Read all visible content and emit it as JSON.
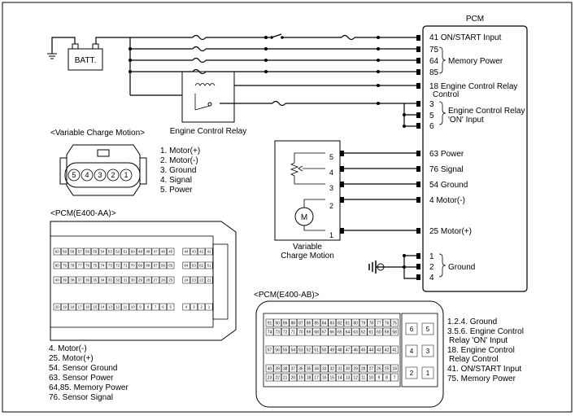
{
  "pcm": {
    "title": "PCM",
    "pins": [
      {
        "num": "41",
        "label": "ON/START Input"
      },
      {
        "num": "75",
        "label": ""
      },
      {
        "num": "64",
        "label": "Memory Power"
      },
      {
        "num": "85",
        "label": ""
      },
      {
        "num": "18",
        "label": "Engine Control Relay"
      },
      {
        "num": "",
        "label": "Control"
      },
      {
        "num": "3",
        "label": ""
      },
      {
        "num": "5",
        "label": "Engine Control Relay"
      },
      {
        "num": "",
        "label": "'ON' Input"
      },
      {
        "num": "6",
        "label": ""
      },
      {
        "num": "63",
        "label": "Power"
      },
      {
        "num": "76",
        "label": "Signal"
      },
      {
        "num": "54",
        "label": "Ground"
      },
      {
        "num": "4",
        "label": "Motor(-)"
      },
      {
        "num": "25",
        "label": "Motor(+)"
      },
      {
        "num": "1",
        "label": ""
      },
      {
        "num": "2",
        "label": "Ground"
      },
      {
        "num": "4",
        "label": ""
      }
    ]
  },
  "battery": {
    "label": "BATT."
  },
  "relay": {
    "label": "Engine Control Relay"
  },
  "vcm": {
    "title": "<Variable Charge Motion>",
    "component_label_1": "Variable",
    "component_label_2": "Charge Motion",
    "motor_symbol": "M",
    "pin_numbers": [
      "5",
      "4",
      "3",
      "2",
      "1"
    ],
    "connector_pins": [
      "5",
      "4",
      "3",
      "2",
      "1"
    ],
    "legend": [
      "1. Motor(+)",
      "2. Motor(-)",
      "3. Ground",
      "4. Signal",
      "5. Power"
    ]
  },
  "pcm_aa": {
    "title": "<PCM(E400-AA)>",
    "legend": [
      "4. Motor(-)",
      "25. Motor(+)",
      "54. Sensor Ground",
      "63. Sensor Power",
      "64,85. Memory Power",
      "76. Sensor Signal"
    ],
    "rows": [
      [
        "60",
        "59",
        "58",
        "57",
        "56",
        "55",
        "54",
        "53",
        "52",
        "51",
        "50",
        "49",
        "48",
        "47",
        "46",
        "45",
        "44",
        "43",
        "42",
        "41"
      ],
      [
        "80",
        "79",
        "78",
        "77",
        "76",
        "75",
        "74",
        "73",
        "72",
        "71",
        "70",
        "69",
        "68",
        "67",
        "66",
        "65",
        "64",
        "63",
        "62",
        "61"
      ],
      [
        "40",
        "39",
        "38",
        "37",
        "36",
        "35",
        "34",
        "33",
        "32",
        "31",
        "30",
        "29",
        "28",
        "27",
        "26",
        "25",
        "24",
        "23",
        "22",
        "21"
      ],
      [
        "20",
        "19",
        "18",
        "17",
        "16",
        "15",
        "14",
        "13",
        "12",
        "11",
        "10",
        "9",
        "8",
        "7",
        "6",
        "5",
        "4",
        "3",
        "2",
        "1"
      ]
    ]
  },
  "pcm_ab": {
    "title": "<PCM(E400-AB)>",
    "rows": [
      [
        "91",
        "90",
        "89",
        "88",
        "87",
        "86",
        "85",
        "84",
        "83",
        "82",
        "81",
        "80",
        "79",
        "78",
        "77",
        "76",
        "75"
      ],
      [
        "74",
        "73",
        "72",
        "71",
        "70",
        "69",
        "68",
        "67",
        "66",
        "65",
        "64",
        "63",
        "62",
        "61",
        "60",
        "59",
        "58"
      ],
      [
        "57",
        "56",
        "55",
        "54",
        "53",
        "52",
        "51",
        "50",
        "49",
        "48",
        "47",
        "46",
        "45",
        "44",
        "43",
        "42",
        "41"
      ],
      [
        "40",
        "39",
        "38",
        "37",
        "36",
        "35",
        "34",
        "33",
        "32",
        "31",
        "30",
        "29",
        "28",
        "27",
        "26",
        "25",
        "24"
      ],
      [
        "23",
        "22",
        "21",
        "20",
        "19",
        "18",
        "17",
        "16",
        "15",
        "14",
        "13",
        "12",
        "11",
        "10",
        "9",
        "8",
        "7"
      ]
    ],
    "big_pins": [
      "6",
      "5",
      "4",
      "3",
      "2",
      "1"
    ],
    "legend": [
      "1.2.4. Ground",
      "3.5.6. Engine Control",
      "Relay 'ON' Input",
      "18. Engine Control",
      "Relay Control",
      "41. ON/START Input",
      "75. Memory Power"
    ]
  }
}
